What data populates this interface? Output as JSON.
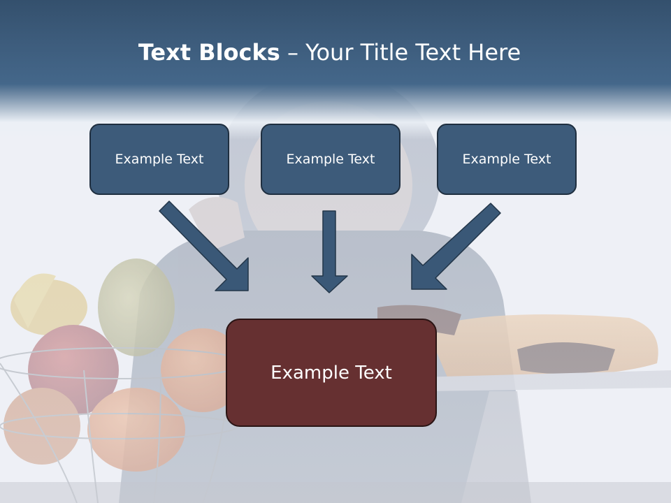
{
  "title": {
    "bold_part": "Text Blocks",
    "separator": " – ",
    "normal_part": "Your Title Text Here"
  },
  "boxes": [
    {
      "label": "Example Text"
    },
    {
      "label": "Example Text"
    },
    {
      "label": "Example Text"
    }
  ],
  "main_box": {
    "label": "Example Text"
  },
  "colors": {
    "title_band": "#3d5c7c",
    "box_fill": "#3d5b7a",
    "main_box_fill": "#663031",
    "arrow": "#3a5877"
  }
}
